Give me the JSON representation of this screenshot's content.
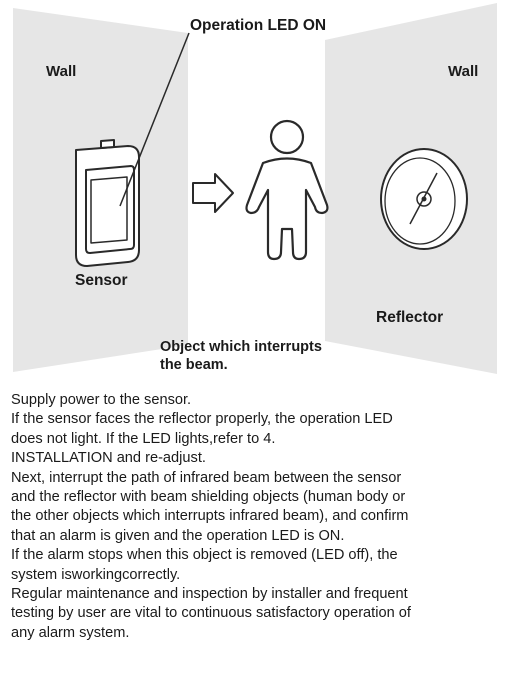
{
  "diagram": {
    "led_label": "Operation LED ON",
    "wall_left": "Wall",
    "wall_right": "Wall",
    "sensor_label": "Sensor",
    "reflector_label": "Reflector",
    "object_label_line1": "Object which interrupts",
    "object_label_line2": "the beam."
  },
  "instructions": [
    "Supply power to the sensor.",
    "If the sensor faces the reflector properly, the operation LED",
    "does not light. If the LED lights,refer to 4.",
    "INSTALLATION and re-adjust.",
    "Next, interrupt the path of infrared beam between the sensor",
    "and the reflector with beam shielding objects (human body or",
    "the other objects which interrupts infrared beam), and confirm",
    "that an alarm is given and the operation LED is ON.",
    "If the alarm stops when this object is removed (LED off), the",
    "system isworkingcorrectly.",
    "Regular maintenance and inspection by installer and frequent",
    "testing by user are vital to continuous satisfactory operation of",
    "any alarm system."
  ]
}
